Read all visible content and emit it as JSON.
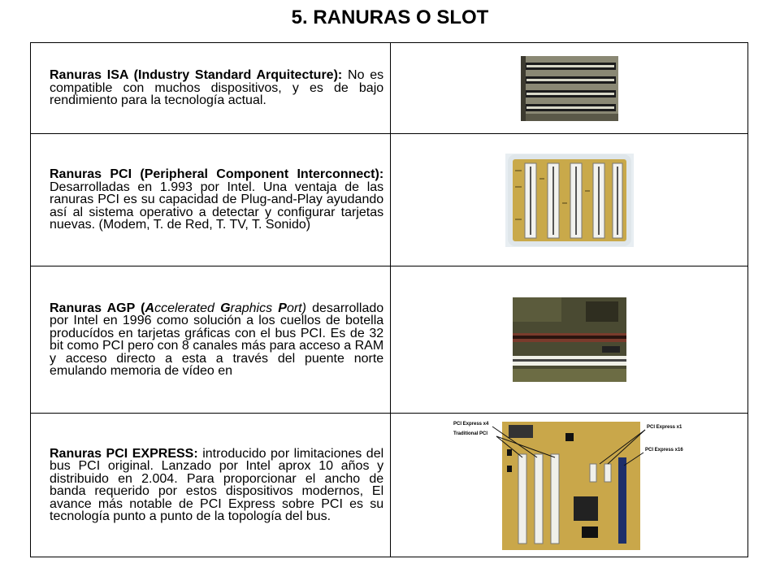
{
  "title": "5. RANURAS O SLOT",
  "rows": [
    {
      "heading": "Ranuras ISA (Industry Standard Arquitecture):",
      "body": " No es compatible con muchos dispositivos, y es de bajo rendimiento para la tecnología actual.",
      "image_name": "isa-slots-photo"
    },
    {
      "heading": "Ranuras PCI (Peripheral Component Interconnect):",
      "body": " Desarrolladas en 1.993 por Intel. Una ventaja de las ranuras PCI es su capacidad de Plug-and-Play ayudando así al sistema operativo a detectar y configurar tarjetas nuevas. (Modem, T. de Red, T. TV, T. Sonido)",
      "image_name": "pci-slots-photo"
    },
    {
      "heading_parts": [
        "Ranuras AGP (",
        "A",
        "ccelerated ",
        "G",
        "raphics ",
        "P",
        "ort)"
      ],
      "body": " desarrollado por Intel en 1996 como solución a los cuellos de botella producídos en tarjetas gráficas con el bus PCI. Es de 32 bit como PCI pero con 8 canales más  para acceso a  RAM y acceso directo a esta a través del puente norte emulando memoria de vídeo en",
      "image_name": "agp-slot-photo"
    },
    {
      "heading": "Ranuras PCI EXPRESS:",
      "body": " introducido por limitaciones del bus PCI original. Lanzado por Intel aprox 10 años y distribuido en 2.004. Para proporcionar el ancho de banda requerido por estos dispositivos modernos, El avance más notable de PCI Express sobre PCI es su tecnología punto a punto de la topología del bus.",
      "image_name": "pci-express-motherboard-photo",
      "image_labels": {
        "x4": "PCI Express x4",
        "traditional": "Traditional PCI",
        "x1": "PCI Express x1",
        "x16": "PCI Express x16"
      }
    }
  ]
}
